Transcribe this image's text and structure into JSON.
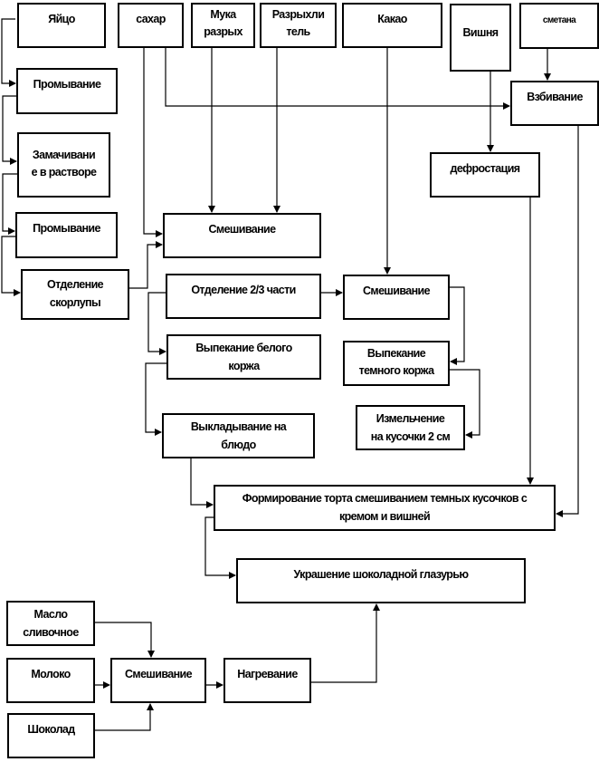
{
  "diagram": {
    "nodes": {
      "egg": "Яйцо",
      "sugar": "сахар",
      "flour": "Мука\nразрых",
      "baking_powder": "Разрыхли\nтель",
      "cocoa": "Какао",
      "cherry": "Вишня",
      "sour_cream": "сметана",
      "wash1": "Промывание",
      "whip": "Взбивание",
      "soak": "Замачивани\nе в растворе",
      "defrost": "дефростация",
      "wash2": "Промывание",
      "mix1": "Смешивание",
      "shell": "Отделение\nскорлупы",
      "split": "Отделение 2/3 части",
      "mix2": "Смешивание",
      "bake_white": "Выпекание белого\nкоржа",
      "bake_dark": "Выпекание\nтемного коржа",
      "chop": "Измельчение\nна кусочки 2 см",
      "plate": "Выкладывание на\nблюдо",
      "form": "Формирование торта смешиванием темных кусочков с\nкремом и вишней",
      "decorate": "Украшение шоколадной глазурью",
      "butter": "Масло\nсливочное",
      "milk": "Молоко",
      "mix3": "Смешивание",
      "heat": "Нагревание",
      "chocolate": "Шоколад"
    }
  }
}
